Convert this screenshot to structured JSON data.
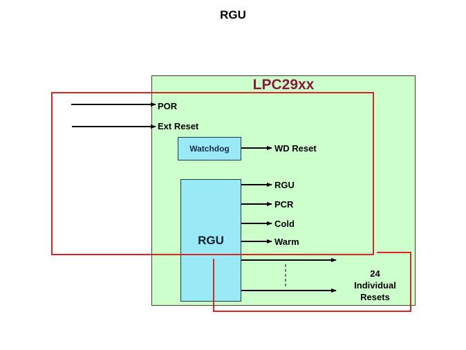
{
  "title": "RGU",
  "chip": {
    "name": "LPC29xx",
    "fill_color": "#ccffcc",
    "title_color": "#8b1a3a"
  },
  "inputs": [
    {
      "label": "POR"
    },
    {
      "label": "Ext Reset"
    }
  ],
  "watchdog": {
    "label": "Watchdog",
    "output": "WD Reset"
  },
  "rgu": {
    "label": "RGU",
    "outputs": [
      {
        "label": "RGU"
      },
      {
        "label": "PCR"
      },
      {
        "label": "Cold"
      },
      {
        "label": "Warm"
      }
    ],
    "individual_resets": {
      "line1": "24",
      "line2": "Individual",
      "line3": "Resets"
    }
  },
  "highlight_color": "#dd2222",
  "block_color": "#99eaf6"
}
